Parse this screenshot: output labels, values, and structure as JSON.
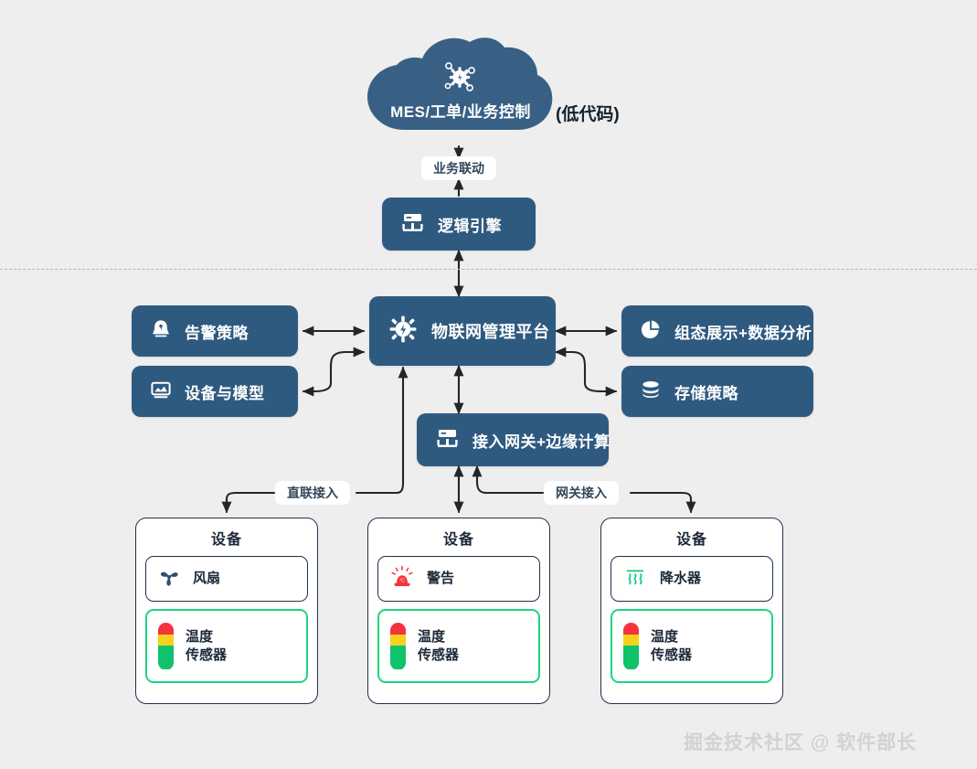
{
  "diagram": {
    "title_cloud": "MES/工单/业务控制",
    "cloud_badge": "(低代码)",
    "cloud_icon": "iot-chip-icon",
    "divider_note": "",
    "watermark": "掘金技术社区 @ 软件部长",
    "colors": {
      "node_fill": "#2f5a80",
      "card_border": "#22304a",
      "sensor_border": "#1ed47f",
      "background": "#eeeeee",
      "wire": "#22262b",
      "label_text": "#33475b",
      "alarm_red": "#f5333f",
      "humidifier_green": "#12c777"
    }
  },
  "nodes": {
    "logic_engine": {
      "label": "逻辑引擎",
      "icon": "gateway-server-icon"
    },
    "platform": {
      "label": "物联网管理平台",
      "icon": "iot-chip-icon"
    },
    "alarm_policy": {
      "label": "告警策略",
      "icon": "bell-icon"
    },
    "device_model": {
      "label": "设备与模型",
      "icon": "device-model-icon"
    },
    "scada": {
      "label": "组态展示+数据分析",
      "icon": "pie-chart-icon"
    },
    "storage": {
      "label": "存储策略",
      "icon": "database-icon"
    },
    "gateway": {
      "label": "接入网关+边缘计算",
      "icon": "gateway-server-icon"
    }
  },
  "edge_labels": {
    "business_link": "业务联动",
    "direct_access": "直联接入",
    "gateway_access": "网关接入"
  },
  "device_cards": [
    {
      "title": "设备",
      "primary": {
        "label": "风扇",
        "icon": "fan-icon"
      },
      "sensor": {
        "line1": "温度",
        "line2": "传感器",
        "icon": "thermometer-icon"
      }
    },
    {
      "title": "设备",
      "primary": {
        "label": "警告",
        "icon": "alarm-light-icon"
      },
      "sensor": {
        "line1": "温度",
        "line2": "传感器",
        "icon": "thermometer-icon"
      }
    },
    {
      "title": "设备",
      "primary": {
        "label": "降水器",
        "icon": "humidifier-icon"
      },
      "sensor": {
        "line1": "温度",
        "line2": "传感器",
        "icon": "thermometer-icon"
      }
    }
  ]
}
